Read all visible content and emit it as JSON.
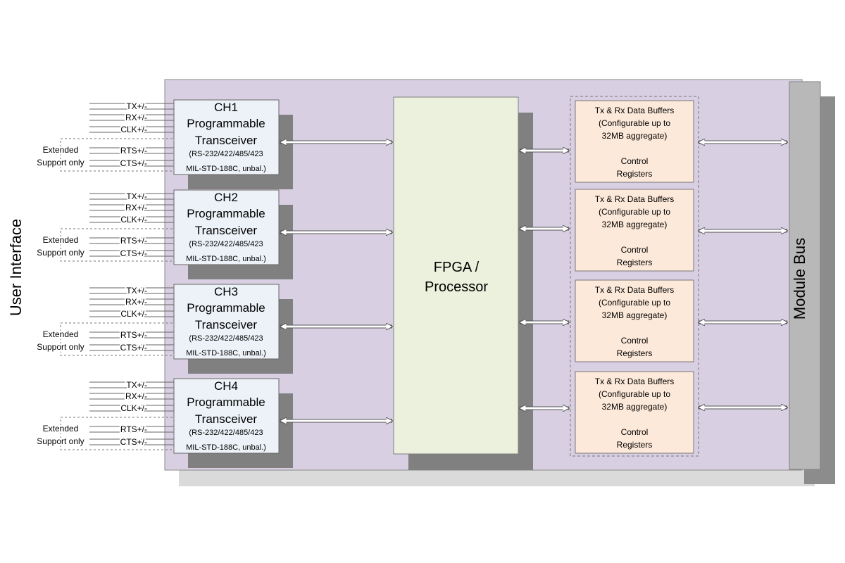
{
  "left_label": "User Interface",
  "right_label": "Module Bus",
  "center_label": [
    "FPGA /",
    "Processor"
  ],
  "channels": [
    {
      "name": "CH1",
      "title": [
        "Programmable",
        "Transceiver"
      ],
      "protocols": "(RS-232/422/485/423",
      "std": "MIL-STD-188C, unbal.)"
    },
    {
      "name": "CH2",
      "title": [
        "Programmable",
        "Transceiver"
      ],
      "protocols": "(RS-232/422/485/423",
      "std": "MIL-STD-188C, unbal.)"
    },
    {
      "name": "CH3",
      "title": [
        "Programmable",
        "Transceiver"
      ],
      "protocols": "(RS-232/422/485/423",
      "std": "MIL-STD-188C, unbal.)"
    },
    {
      "name": "CH4",
      "title": [
        "Programmable",
        "Transceiver"
      ],
      "protocols": "(RS-232/422/485/423",
      "std": "MIL-STD-188C, unbal.)"
    }
  ],
  "signals": [
    "TX+/-",
    "RX+/-",
    "CLK+/-",
    "RTS+/-",
    "CTS+/-"
  ],
  "extended_note": [
    "Extended",
    "Support only"
  ],
  "buffer_lines": [
    "Tx & Rx Data Buffers",
    "(Configurable up to",
    "32MB aggregate)",
    "Control",
    "Registers"
  ],
  "colors": {
    "board": "#d9cfe3",
    "board_shadow": "#dadada",
    "module_bus": "#b8b8b8",
    "channel_box": "#edf2f8",
    "fpga_box": "#ebf1dd",
    "buffer_box": "#fde9d9",
    "shadow": "#808080"
  }
}
